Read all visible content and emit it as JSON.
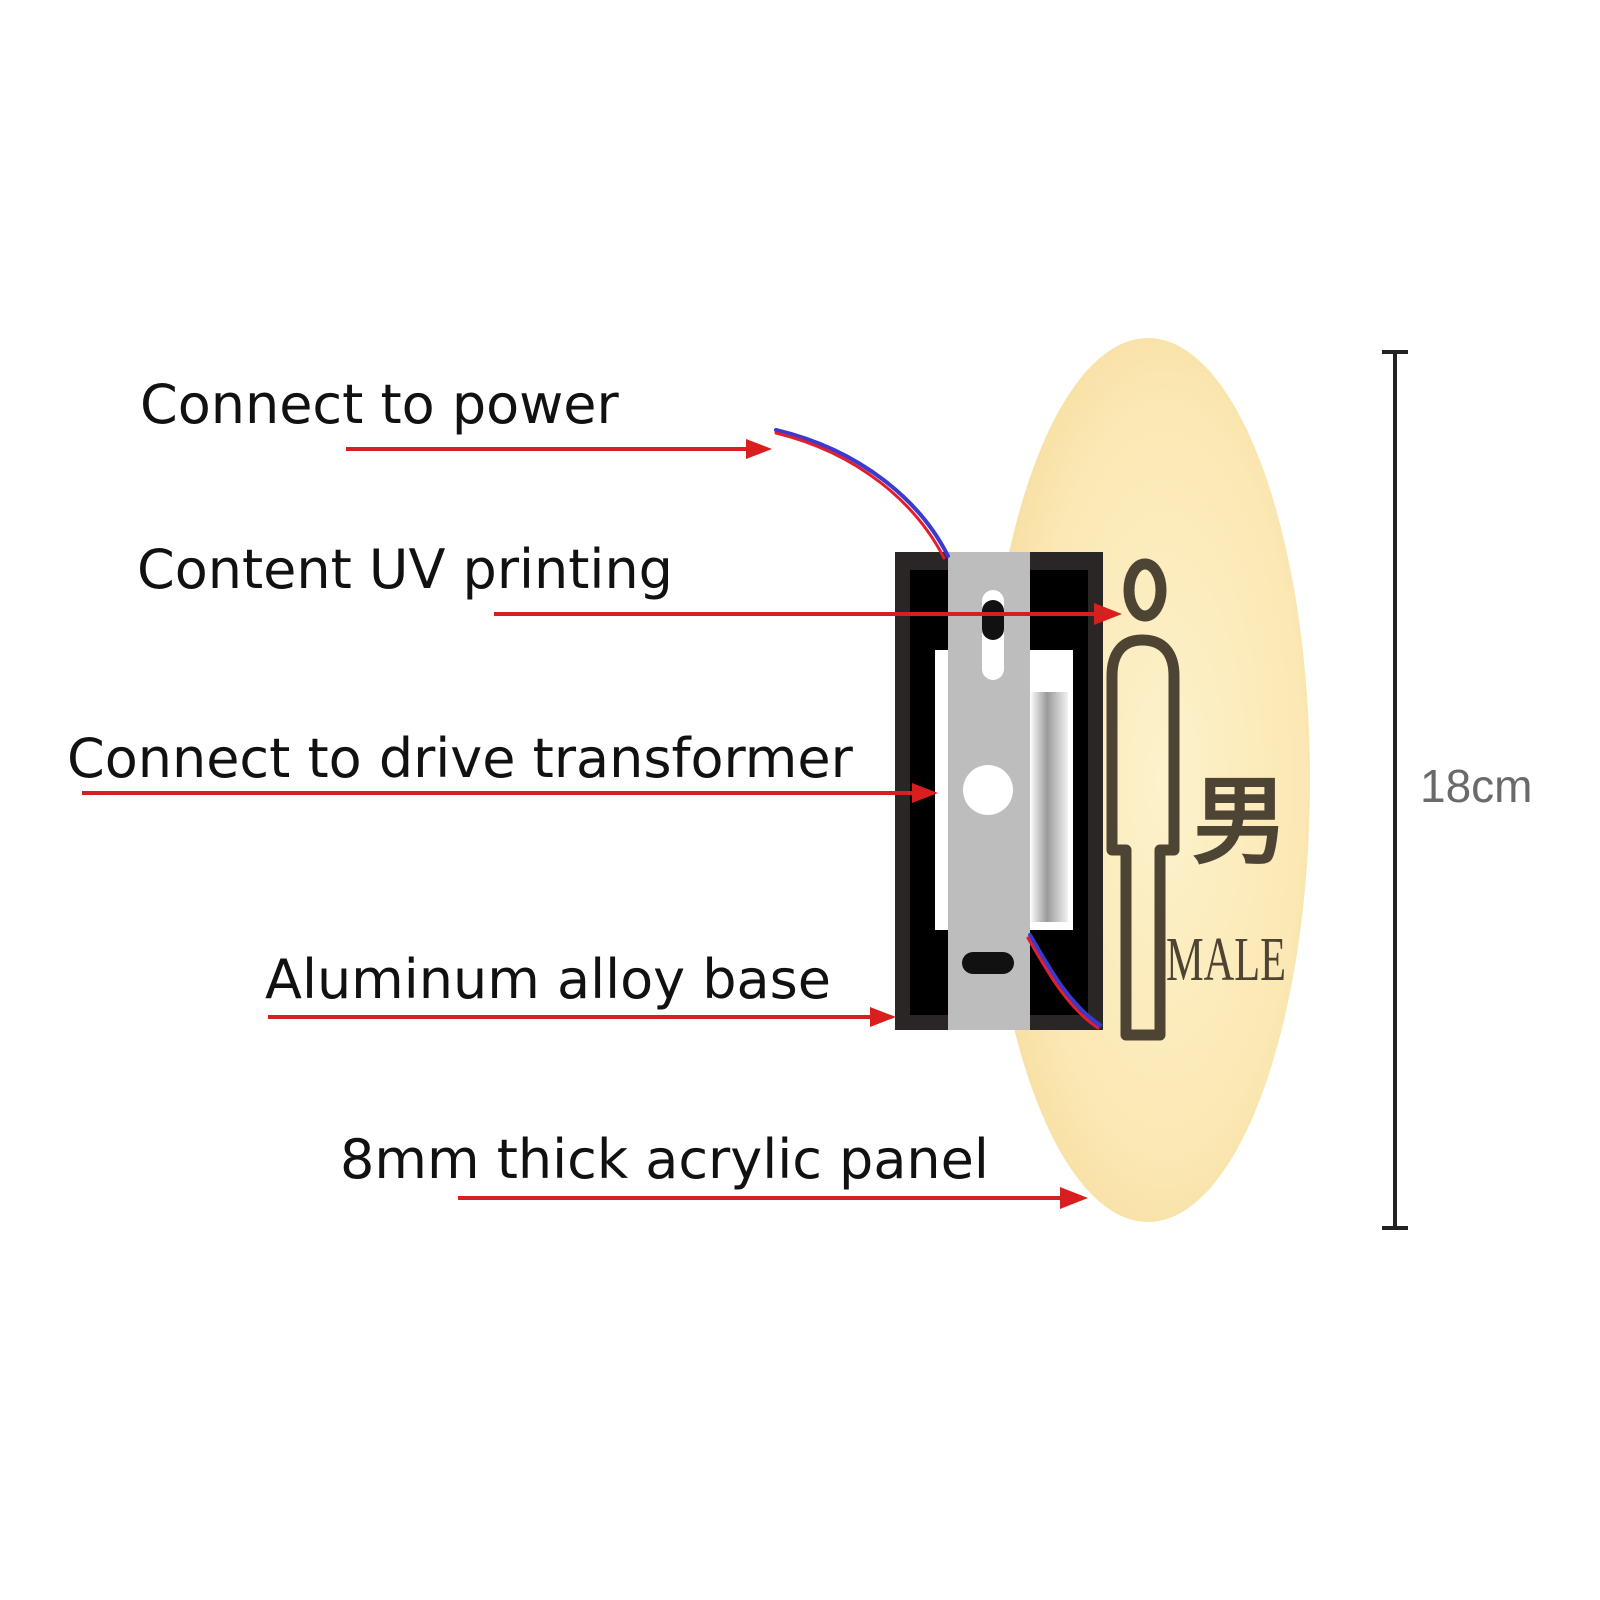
{
  "callouts": [
    {
      "id": "power",
      "label": "Connect to power"
    },
    {
      "id": "uv-printing",
      "label": "Content UV printing"
    },
    {
      "id": "drive-transformer",
      "label": "Connect to drive transformer"
    },
    {
      "id": "aluminum-base",
      "label": "Aluminum alloy base"
    },
    {
      "id": "acrylic-panel",
      "label": "8mm thick acrylic panel"
    }
  ],
  "dimension": {
    "label": "18cm"
  },
  "sign": {
    "chinese_text": "男",
    "english_text": "MALE",
    "icon": "male-person-icon"
  },
  "colors": {
    "arrow": "#d81e1e",
    "panel_fill": "#fbe8b4",
    "base_frame": "#2b2626",
    "bracket": "#bdbdbd",
    "print": "#4e4434",
    "dimension_line": "#222222",
    "wire_red": "#e0202e",
    "wire_blue": "#3a3ad0"
  }
}
